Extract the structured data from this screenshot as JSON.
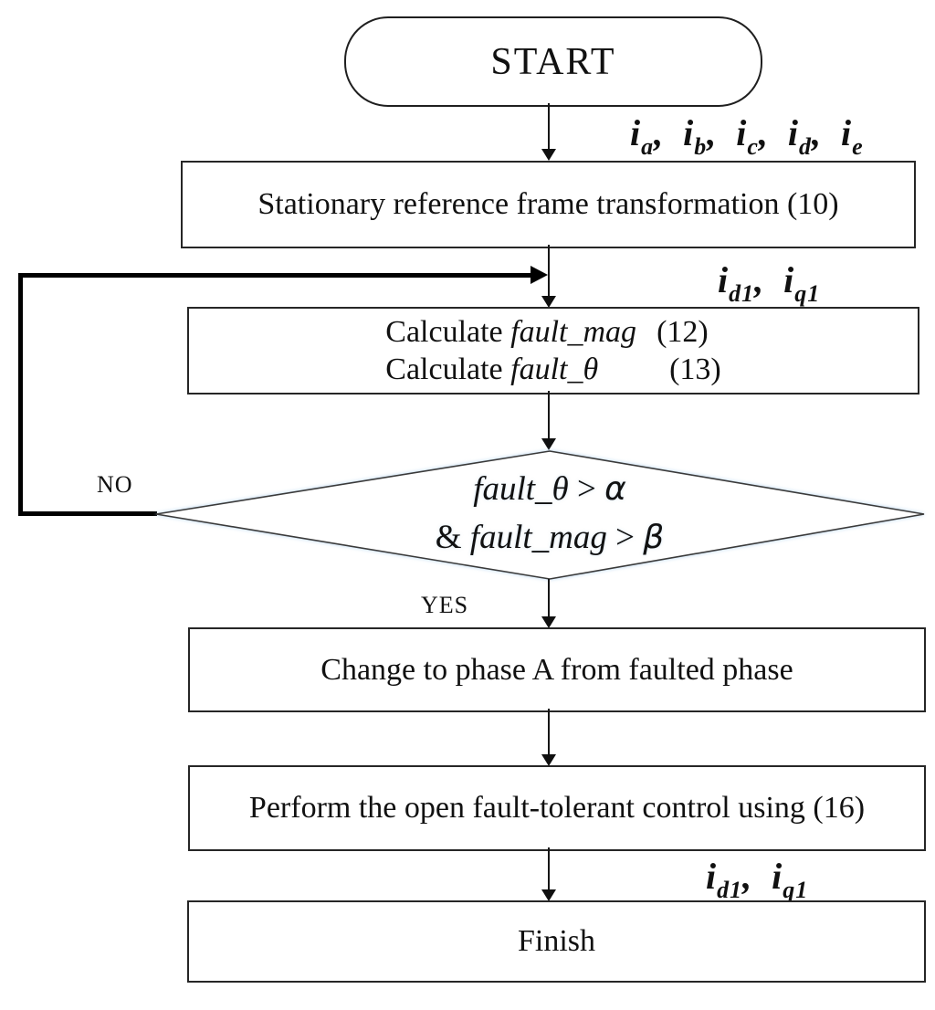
{
  "figure": {
    "type": "flowchart",
    "background": "#ffffff",
    "line_color": "#111111",
    "accent_glow": "#cfe4f5"
  },
  "nodes": {
    "start": {
      "shape": "terminator",
      "label": "START"
    },
    "transform": {
      "shape": "process",
      "label": "Stationary reference frame transformation (10)"
    },
    "calculate": {
      "shape": "process",
      "rows": [
        {
          "prefix": "Calculate ",
          "math": "fault_mag",
          "eq": "(12)"
        },
        {
          "prefix": "Calculate ",
          "math": "fault_θ",
          "eq": "(13)"
        }
      ]
    },
    "decision": {
      "shape": "decision",
      "line1": {
        "math": "fault_θ",
        "op": " > ",
        "greek": "α"
      },
      "line2": {
        "amp": "& ",
        "math": "fault_mag",
        "op": " > ",
        "greek": "β"
      }
    },
    "change_phase": {
      "shape": "process",
      "label": "Change to phase A from faulted phase"
    },
    "perform_control": {
      "shape": "process",
      "label": "Perform the open fault-tolerant control using (16)"
    },
    "finish": {
      "shape": "process",
      "label": "Finish"
    }
  },
  "edges": {
    "no_label": "NO",
    "yes_label": "YES"
  },
  "signals": {
    "phase_currents": [
      {
        "base": "i",
        "sub": "a"
      },
      {
        "base": "i",
        "sub": "b"
      },
      {
        "base": "i",
        "sub": "c"
      },
      {
        "base": "i",
        "sub": "d"
      },
      {
        "base": "i",
        "sub": "e"
      }
    ],
    "dq_currents_in": [
      {
        "base": "i",
        "sub": "d1"
      },
      {
        "base": "i",
        "sub": "q1"
      }
    ],
    "dq_currents_out": [
      {
        "base": "i",
        "sub": "d1"
      },
      {
        "base": "i",
        "sub": "q1"
      }
    ]
  }
}
